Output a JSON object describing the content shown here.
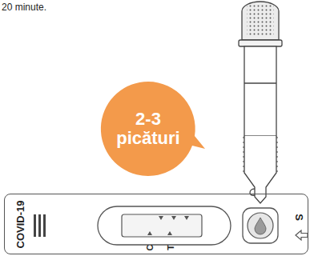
{
  "diagram": {
    "nodes": [
      {
        "text": [
          "2-3 picături"
        ]
      },
      {
        "text": [
          "COVID-19"
        ]
      }
    ],
    "labels": [
      "20 minute.",
      "C",
      "T",
      "S"
    ]
  }
}
